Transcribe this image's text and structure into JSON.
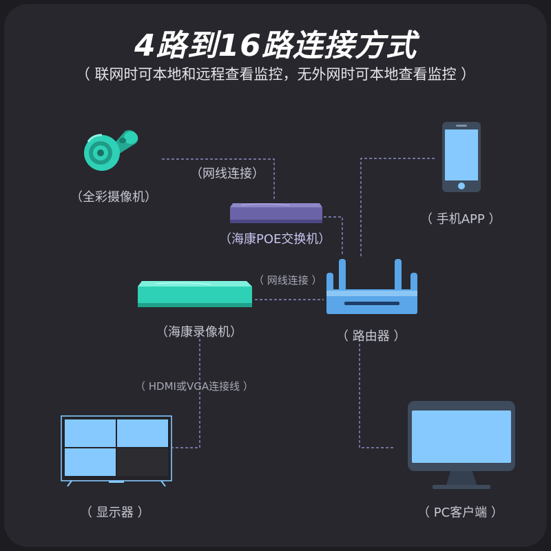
{
  "title": "4路到16路连接方式",
  "subtitle": "（ 联网时可本地和远程查看监控，无外网时可本地查看监控 ）",
  "labels": {
    "camera": "（全彩摄像机）",
    "camera_link": "（网线连接）",
    "poe_switch": "（海康POE交换机）",
    "nvr_link": "（ 网线连接 ）",
    "nvr": "（海康录像机）",
    "router": "（ 路由器 ）",
    "phone": "（ 手机APP ）",
    "display_link": "（ HDMI或VGA连接线 ）",
    "display": "（ 显示器 ）",
    "pc": "（ PC客户端 ）"
  },
  "colors": {
    "background": "#27272d",
    "teal": "#2fd1b6",
    "purple": "#6a63a8",
    "blue": "#5aa6e8",
    "screen": "#85c9ff",
    "line": "#8d8dc6"
  },
  "icons": [
    "camera-icon",
    "poe-switch-icon",
    "nvr-icon",
    "router-icon",
    "phone-icon",
    "monitor-icon",
    "pc-icon"
  ]
}
